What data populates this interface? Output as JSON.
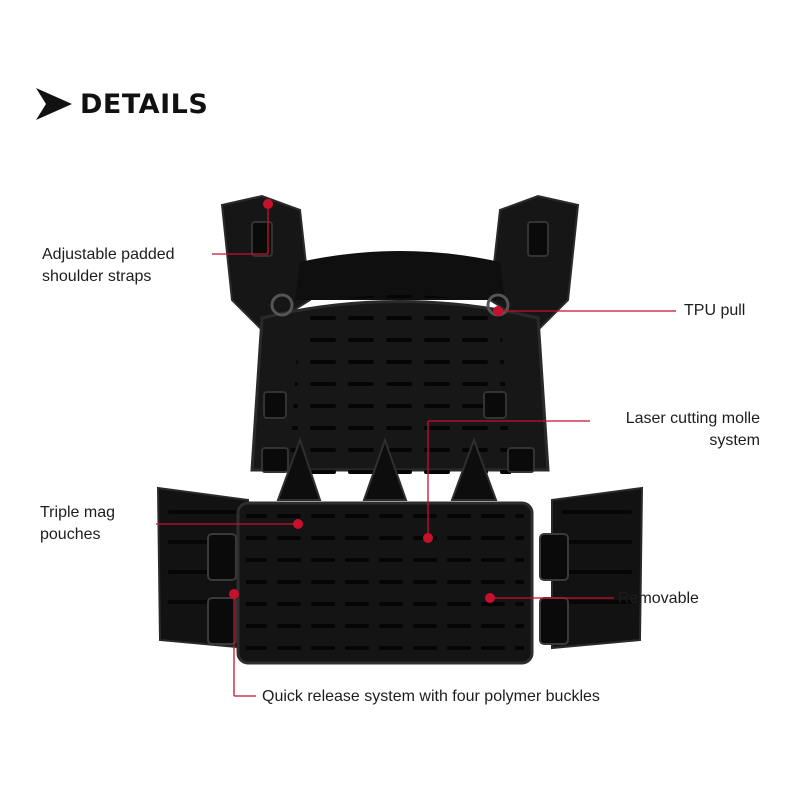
{
  "header": {
    "title": "DETAILS",
    "icon": "arrow-right-icon"
  },
  "callouts": {
    "shoulder": [
      "Adjustable padded",
      "shoulder straps"
    ],
    "tpu": "TPU  pull",
    "molle": [
      "Laser cutting molle",
      "system"
    ],
    "triple": [
      "Triple mag",
      "pouches"
    ],
    "removable": "Removable",
    "quick": "Quick release system with four polymer buckles"
  },
  "colors": {
    "accent": "#c8102e",
    "vest": "#151515",
    "vest_edge": "#2a2a2a",
    "text": "#1d1d1d"
  }
}
